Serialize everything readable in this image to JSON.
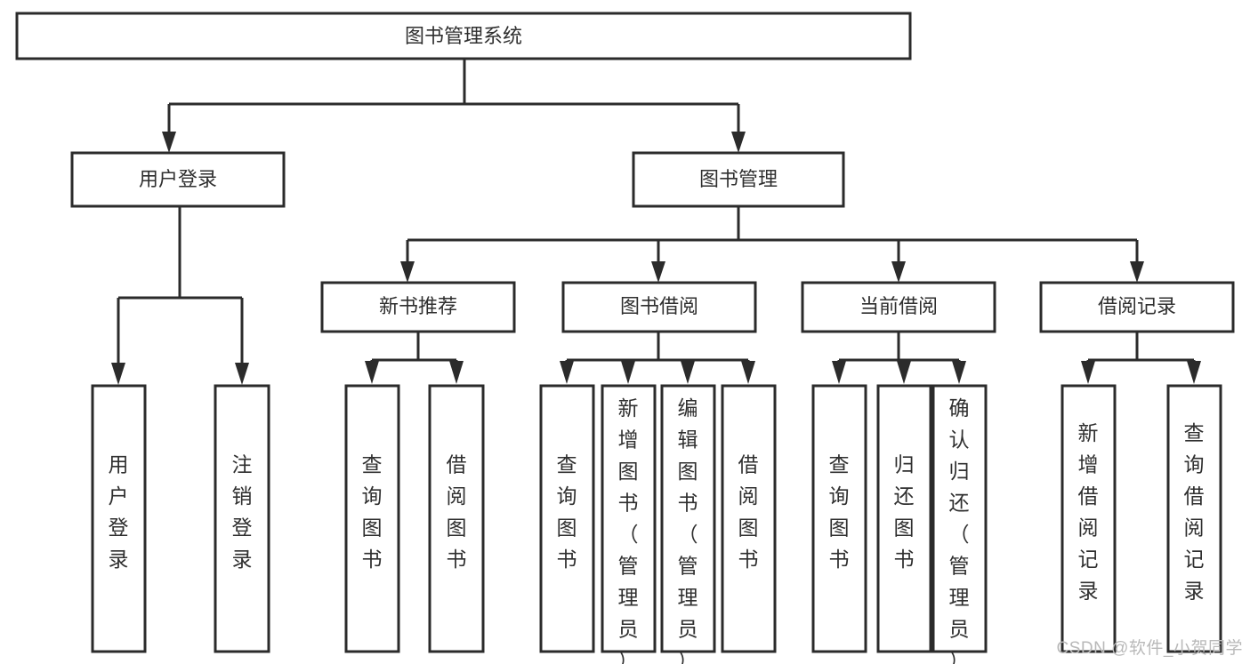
{
  "diagram": {
    "title": "图书管理系统",
    "type": "tree-hierarchy",
    "watermark": "CSDN @软件_小贺同学",
    "colors": {
      "stroke": "#2b2b2b",
      "fill": "#ffffff",
      "text": "#2f2f2f",
      "watermark": "#b9b9b9",
      "background": "#ffffff"
    },
    "nodes": {
      "root": {
        "label": "图书管理系统"
      },
      "level2": [
        {
          "id": "user-login",
          "label": "用户登录"
        },
        {
          "id": "book-manage",
          "label": "图书管理"
        }
      ],
      "level3": [
        {
          "id": "new-book-recommend",
          "label": "新书推荐"
        },
        {
          "id": "book-borrow",
          "label": "图书借阅"
        },
        {
          "id": "current-borrow",
          "label": "当前借阅"
        },
        {
          "id": "borrow-record",
          "label": "借阅记录"
        }
      ],
      "leaves": [
        {
          "id": "leaf-user-login",
          "parent": "user-login",
          "label": "用户登录"
        },
        {
          "id": "leaf-logout-login",
          "parent": "user-login",
          "label": "注销登录"
        },
        {
          "id": "leaf-query-book-1",
          "parent": "new-book-recommend",
          "label": "查询图书"
        },
        {
          "id": "leaf-borrow-book-1",
          "parent": "new-book-recommend",
          "label": "借阅图书"
        },
        {
          "id": "leaf-query-book-2",
          "parent": "book-borrow",
          "label": "查询图书"
        },
        {
          "id": "leaf-add-book",
          "parent": "book-borrow",
          "label": "新增图书（管理员）"
        },
        {
          "id": "leaf-edit-book",
          "parent": "book-borrow",
          "label": "编辑图书（管理员）"
        },
        {
          "id": "leaf-borrow-book-2",
          "parent": "book-borrow",
          "label": "借阅图书"
        },
        {
          "id": "leaf-query-book-3",
          "parent": "current-borrow",
          "label": "查询图书"
        },
        {
          "id": "leaf-return-book",
          "parent": "current-borrow",
          "label": "归还图书"
        },
        {
          "id": "leaf-confirm-return",
          "parent": "current-borrow",
          "label": "确认归还（管理员）"
        },
        {
          "id": "leaf-add-record",
          "parent": "borrow-record",
          "label": "新增借阅记录"
        },
        {
          "id": "leaf-query-record",
          "parent": "borrow-record",
          "label": "查询借阅记录"
        }
      ]
    }
  }
}
